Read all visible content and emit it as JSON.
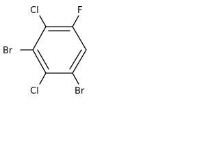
{
  "structure": {
    "atoms": {
      "cl_top": "Cl",
      "f_top": "F",
      "br_left": "Br",
      "cl_bottom": "Cl",
      "br_bottom": "Br"
    },
    "line_color": "#000000",
    "background": "#ffffff"
  }
}
